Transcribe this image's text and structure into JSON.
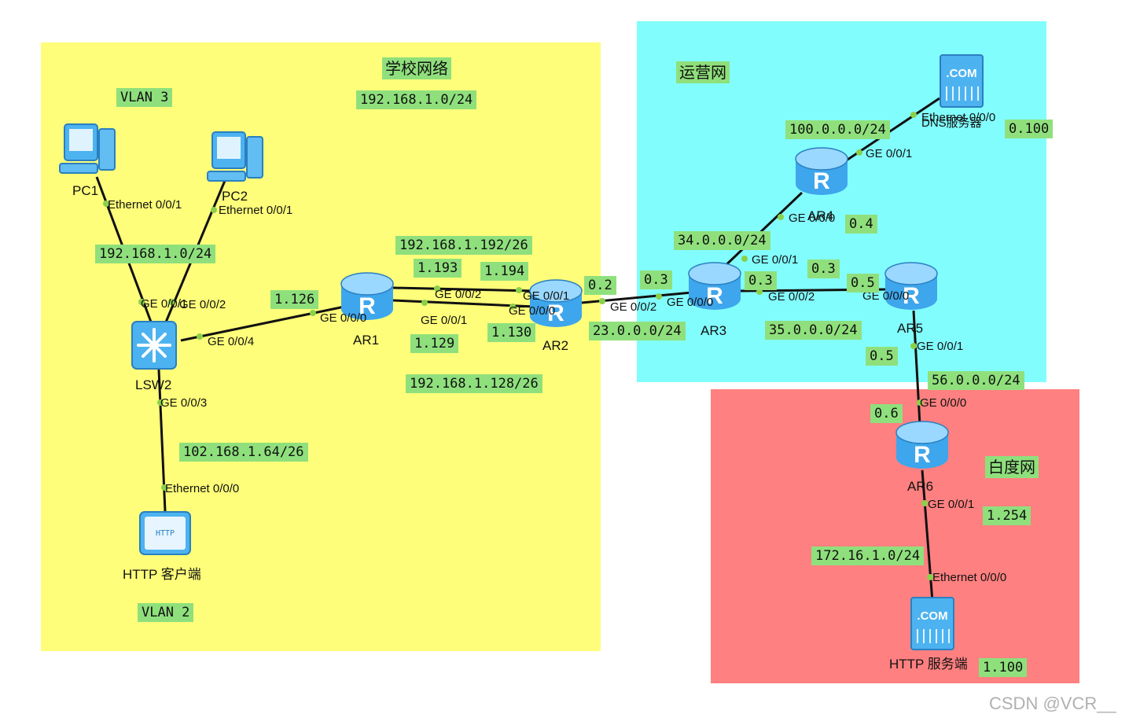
{
  "colors": {
    "school_zone": "#fefe7a",
    "operator_zone": "#82fdfd",
    "baidu_zone": "#ff8080",
    "tag_bg": "#8fe07c",
    "link": "#111111",
    "port_dot": "#8ad14a",
    "router": "#4db3f0",
    "server": "#4db3f0"
  },
  "zones": {
    "school": "学校网络",
    "operator": "运营网",
    "baidu": "白度网"
  },
  "devices": {
    "pc1": "PC1",
    "pc2": "PC2",
    "lsw2": "LSW2",
    "http_client": "HTTP 客户端",
    "ar1": "AR1",
    "ar2": "AR2",
    "ar3": "AR3",
    "ar4": "AR4",
    "ar5": "AR5",
    "ar6": "AR6",
    "dns_server": "DNS服务器",
    "http_server": "HTTP 服务端"
  },
  "icons": {
    "pc": "pc-icon",
    "switch": "switch-icon",
    "router": "router-icon",
    "server": "com-server-icon",
    "client": "http-client-icon"
  },
  "icon_text": {
    "router": "R",
    "server": ".COM",
    "client": "HTTP"
  },
  "ports": {
    "pc1_eth": "Ethernet 0/0/1",
    "pc2_eth": "Ethernet 0/0/1",
    "lsw_g1": "GE 0/0/1",
    "lsw_g2": "GE 0/0/2",
    "lsw_g4": "GE 0/0/4",
    "lsw_g3": "GE 0/0/3",
    "client_eth": "Ethernet 0/0/0",
    "ar1_g0": "GE 0/0/0",
    "ar1_g2": "GE 0/0/2",
    "ar1_g1": "GE 0/0/1",
    "ar2_g1": "GE 0/0/1",
    "ar2_g0": "GE 0/0/0",
    "ar2_g2": "GE 0/0/2",
    "ar3_g0": "GE 0/0/0",
    "ar3_g1": "GE 0/0/1",
    "ar3_g2": "GE 0/0/2",
    "ar4_g0": "GE 0/0/0",
    "ar4_g1": "GE 0/0/1",
    "dns_eth": "Ethernet 0/0/0",
    "ar5_g0": "GE 0/0/0",
    "ar5_g1": "GE 0/0/1",
    "ar6_g0": "GE 0/0/0",
    "ar6_g1": "GE 0/0/1",
    "http_eth": "Ethernet 0/0/0"
  },
  "tags": {
    "vlan3": "VLAN 3",
    "vlan2": "VLAN 2",
    "school_net": "192.168.1.0/24",
    "pc_net": "192.168.1.0/24",
    "client_net": "102.168.1.64/26",
    "ar1_lsw": "1.126",
    "net_192": "192.168.1.192/26",
    "ip_1193": "1.193",
    "ip_1194": "1.194",
    "ip_1129": "1.129",
    "ip_1130": "1.130",
    "net_128": "192.168.1.128/26",
    "ar2_ar3_l": "0.2",
    "ar2_ar3_r": "0.3",
    "net_23": "23.0.0.0/24",
    "net_34": "34.0.0.0/24",
    "net_100": "100.0.0.0/24",
    "dns_ip": "0.100",
    "ar4_ip": "0.4",
    "ar3_ar5_l": "0.3",
    "ar3_ip34": "0.3",
    "ar5_ip35": "0.5",
    "net_35": "35.0.0.0/24",
    "ar5_ip56": "0.5",
    "net_56": "56.0.0.0/24",
    "ar6_ip56": "0.6",
    "ar6_ip172": "1.254",
    "net_172": "172.16.1.0/24",
    "http_ip": "1.100"
  },
  "watermark": "CSDN @VCR__"
}
